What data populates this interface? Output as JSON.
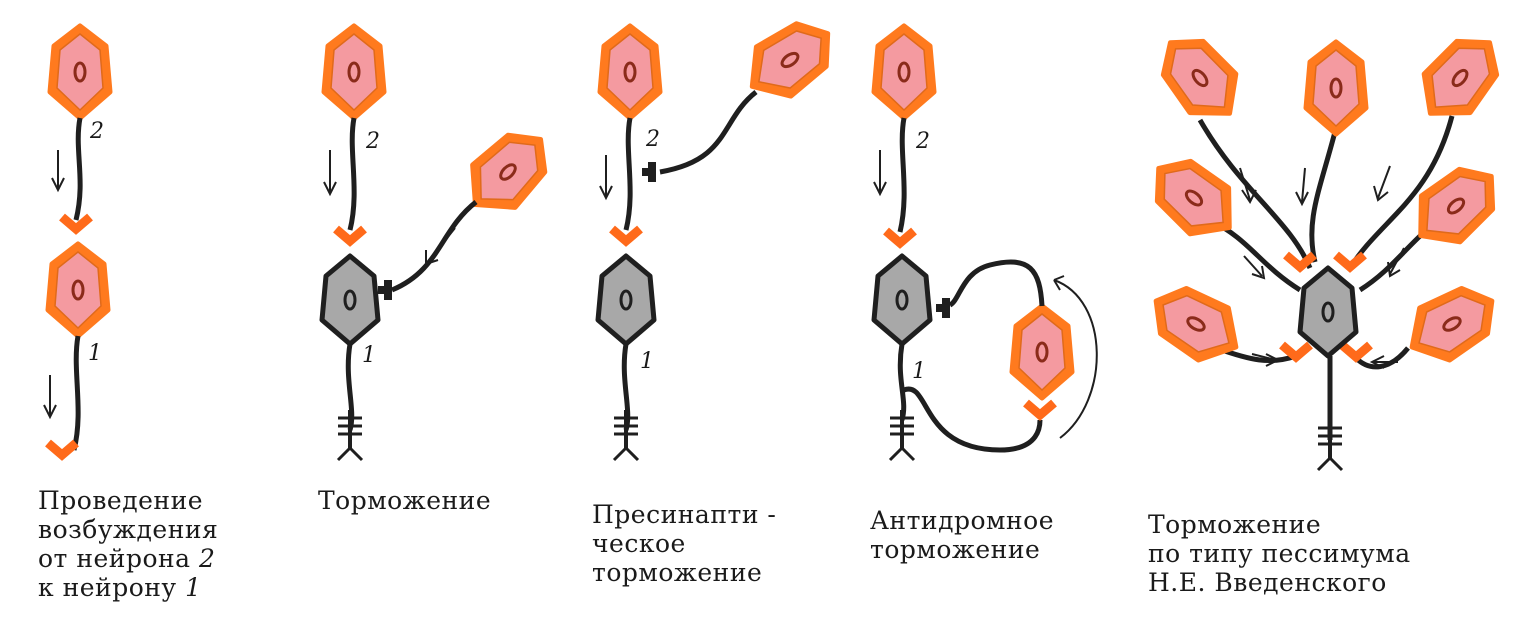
{
  "colors": {
    "cell_fill": "#f49aa0",
    "cell_edge": "#ff7a1e",
    "inhib_fill": "#a8a8a8",
    "line": "#1f1f1f",
    "synapse": "#ff6a1a"
  },
  "panels": [
    {
      "id": "conduction",
      "caption": {
        "line1": "Проведение",
        "line2": "возбуждения",
        "line3": "от нейрона",
        "line3_num": "2",
        "line4": "к нейрону",
        "line4_num": "1"
      },
      "labels": [
        "2",
        "1"
      ]
    },
    {
      "id": "inhibition",
      "caption": {
        "line1": "Торможение"
      },
      "labels": [
        "2",
        "1"
      ]
    },
    {
      "id": "presynaptic",
      "caption": {
        "line1": "Пресинапти -",
        "line2": "ческое",
        "line3": "торможение"
      },
      "labels": [
        "2",
        "1"
      ]
    },
    {
      "id": "antidromic",
      "caption": {
        "line1": "Антидромное",
        "line2": "торможение"
      },
      "labels": [
        "2",
        "1"
      ]
    },
    {
      "id": "pessimum",
      "caption": {
        "line1": "Торможение",
        "line2": "по типу пессимума",
        "line3": "Н.Е. Введенского"
      }
    }
  ]
}
